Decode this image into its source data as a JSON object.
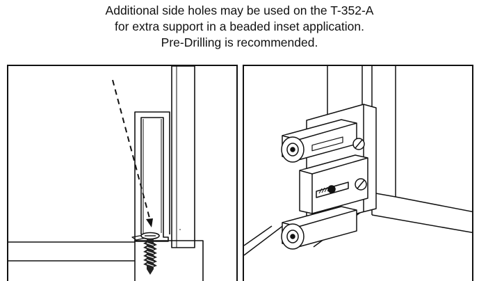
{
  "caption": {
    "lines": [
      "Additional side holes may be used on the T-352-A",
      "for extra support in a beaded inset application.",
      "Pre-Drilling is recommended."
    ]
  },
  "figures": [
    {
      "name": "side-view-screw-insertion",
      "icon": "screw-dashed-path-illustration"
    },
    {
      "name": "isometric-hinge-mount",
      "icon": "hinge-bracket-illustration"
    }
  ],
  "colors": {
    "line": "#111111",
    "background": "#ffffff",
    "screw": "#222222"
  }
}
